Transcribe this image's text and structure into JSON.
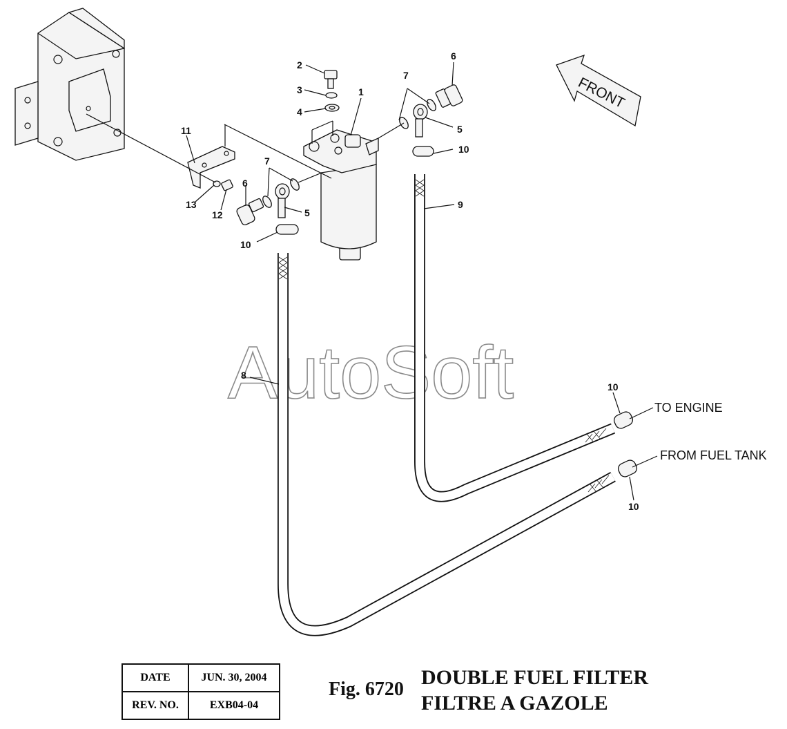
{
  "watermark": "AutoSoft",
  "direction_arrow": {
    "label": "FRONT"
  },
  "callouts": {
    "c1": "1",
    "c2": "2",
    "c3": "3",
    "c4": "4",
    "c5a": "5",
    "c5b": "5",
    "c6a": "6",
    "c6b": "6",
    "c7a": "7",
    "c7b": "7",
    "c8": "8",
    "c9": "9",
    "c10a": "10",
    "c10b": "10",
    "c10c": "10",
    "c10d": "10",
    "c11": "11",
    "c12": "12",
    "c13": "13"
  },
  "hose_labels": {
    "to_engine": "TO ENGINE",
    "from_fuel_tank": "FROM FUEL TANK"
  },
  "title_block": {
    "date_label": "DATE",
    "date_value": "JUN. 30, 2004",
    "rev_label": "REV. NO.",
    "rev_value": "EXB04-04"
  },
  "figure": {
    "number": "Fig. 6720",
    "title_en": "DOUBLE FUEL FILTER",
    "title_fr": "FILTRE A GAZOLE"
  }
}
